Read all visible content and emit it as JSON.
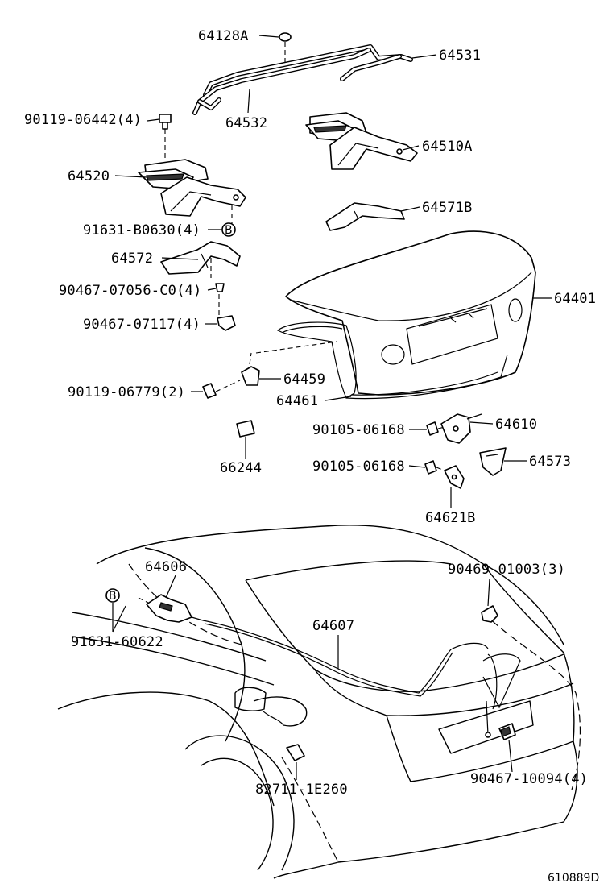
{
  "labels": {
    "p64128A": "64128A",
    "p64531": "64531",
    "p64532": "64532",
    "p90119_06442": "90119-06442(4)",
    "p64510A": "64510A",
    "p64520": "64520",
    "p64571B": "64571B",
    "p91631_B0630": "91631-B0630(4)",
    "p64572": "64572",
    "p64401": "64401",
    "p90467_07056": "90467-07056-C0(4)",
    "p90467_07117": "90467-07117(4)",
    "p64459": "64459",
    "p90119_06779": "90119-06779(2)",
    "p64461": "64461",
    "p90105_06168a": "90105-06168",
    "p64610": "64610",
    "p66244": "66244",
    "p90105_06168b": "90105-06168",
    "p64573": "64573",
    "p64621B": "64621B",
    "p64606": "64606",
    "p90469_01003": "90469-01003(3)",
    "p64607": "64607",
    "p91631_60622": "91631-60622",
    "p82711_1E260": "82711-1E260",
    "p90467_10094": "90467-10094(4)"
  },
  "callout_b": "B",
  "drawing_code": "610889D"
}
